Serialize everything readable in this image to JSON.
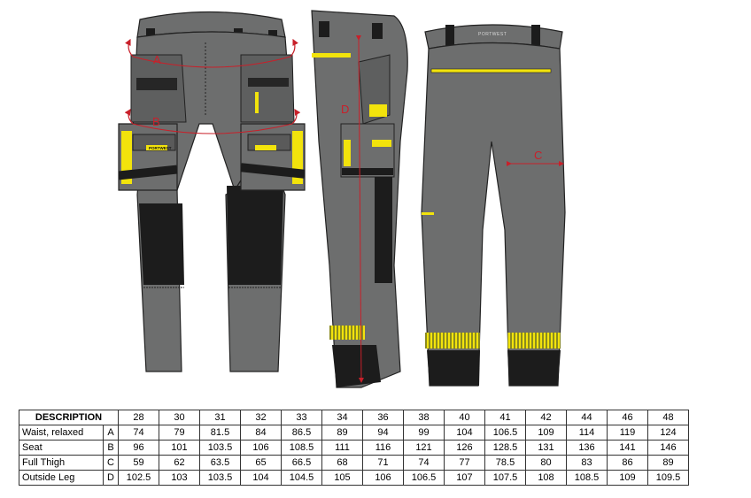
{
  "figure": {
    "brand_back": "PORTWEST",
    "brand_pocket": "PORTWEST",
    "labels": {
      "A": "A",
      "B": "B",
      "C": "C",
      "D": "D"
    }
  },
  "table": {
    "header_description": "DESCRIPTION",
    "sizes": [
      "28",
      "30",
      "31",
      "32",
      "33",
      "34",
      "36",
      "38",
      "40",
      "41",
      "42",
      "44",
      "46",
      "48"
    ],
    "rows": [
      {
        "label": "Waist, relaxed",
        "code": "A",
        "values": [
          "74",
          "79",
          "81.5",
          "84",
          "86.5",
          "89",
          "94",
          "99",
          "104",
          "106.5",
          "109",
          "114",
          "119",
          "124"
        ]
      },
      {
        "label": "Seat",
        "code": "B",
        "values": [
          "96",
          "101",
          "103.5",
          "106",
          "108.5",
          "111",
          "116",
          "121",
          "126",
          "128.5",
          "131",
          "136",
          "141",
          "146"
        ]
      },
      {
        "label": "Full Thigh",
        "code": "C",
        "values": [
          "59",
          "62",
          "63.5",
          "65",
          "66.5",
          "68",
          "71",
          "74",
          "77",
          "78.5",
          "80",
          "83",
          "86",
          "89"
        ]
      },
      {
        "label": "Outside Leg",
        "code": "D",
        "values": [
          "102.5",
          "103",
          "103.5",
          "104",
          "104.5",
          "105",
          "106",
          "106.5",
          "107",
          "107.5",
          "108",
          "108.5",
          "109",
          "109.5"
        ]
      }
    ]
  },
  "colors": {
    "grey": "#6d6e6e",
    "dark": "#1c1c1c",
    "yellow": "#f2e30c",
    "red": "#c8202a"
  }
}
